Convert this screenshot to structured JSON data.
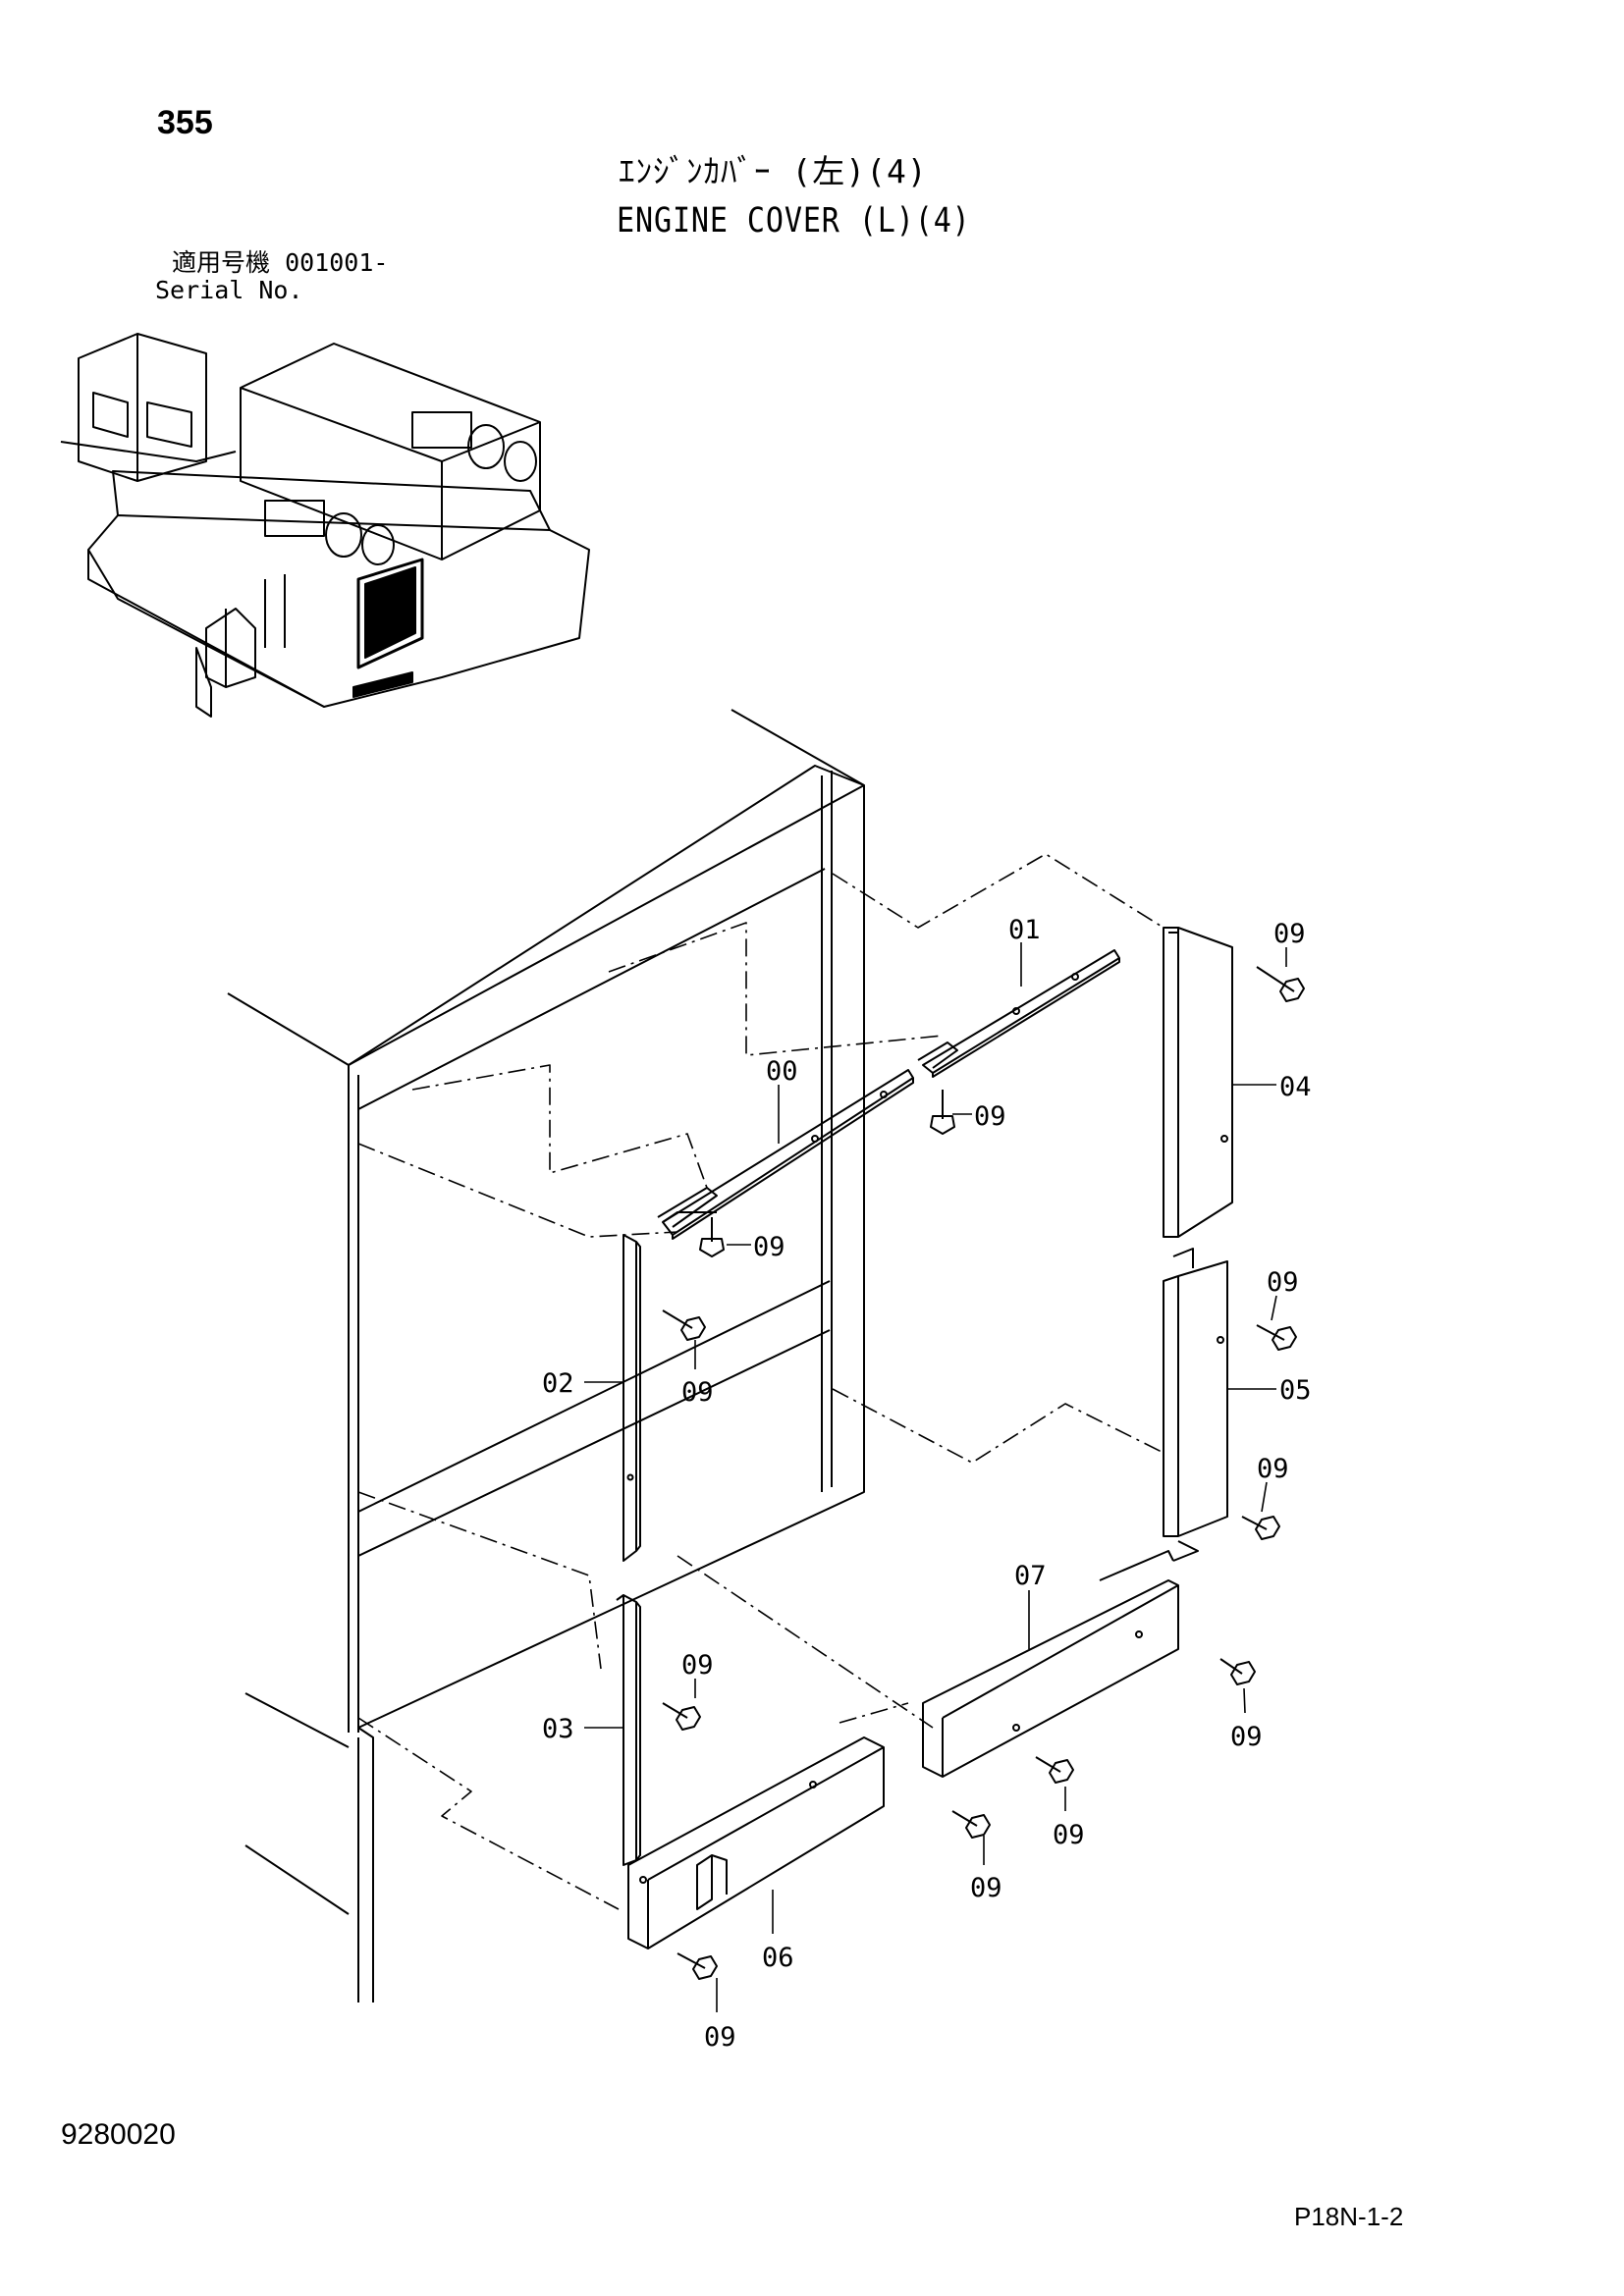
{
  "page_number": "355",
  "title_jp": "ｴﾝｼﾞﾝｶﾊﾞｰ (左)(4)",
  "title_en": "ENGINE COVER (L)(4)",
  "serial_label_jp": "適用号機",
  "serial_value": "001001-",
  "serial_label_en": "Serial No.",
  "doc_id": "9280020",
  "page_code": "P18N-1-2",
  "part_labels": {
    "p00": "00",
    "p01": "01",
    "p02": "02",
    "p03": "03",
    "p04": "04",
    "p05": "05",
    "p06": "06",
    "p07": "07",
    "p09": "09"
  }
}
